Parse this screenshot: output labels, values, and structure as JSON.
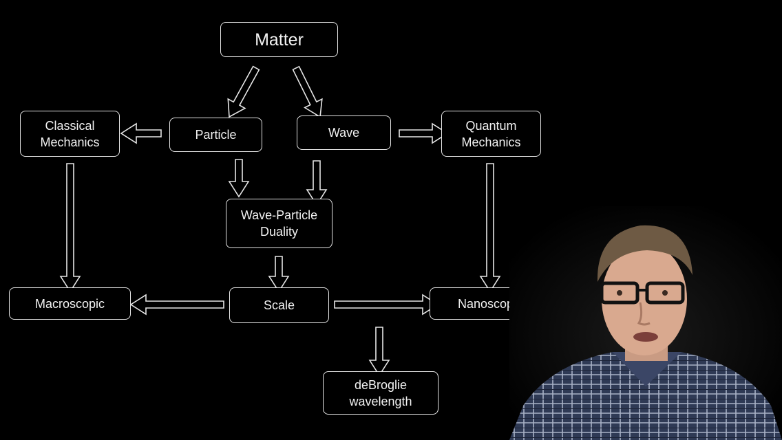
{
  "nodes": {
    "matter": {
      "label": "Matter"
    },
    "particle": {
      "label": "Particle"
    },
    "wave": {
      "label": "Wave"
    },
    "classical": {
      "line1": "Classical",
      "line2": "Mechanics"
    },
    "quantum": {
      "line1": "Quantum",
      "line2": "Mechanics"
    },
    "duality": {
      "line1": "Wave-Particle",
      "line2": "Duality"
    },
    "macroscopic": {
      "label": "Macroscopic"
    },
    "scale": {
      "label": "Scale"
    },
    "nanoscopic": {
      "label": "Nanoscopic"
    },
    "debroglie": {
      "line1": "deBroglie",
      "line2": "wavelength"
    }
  },
  "colors": {
    "background": "#000000",
    "stroke": "#e6e6e6",
    "text": "#f2f2f2"
  }
}
